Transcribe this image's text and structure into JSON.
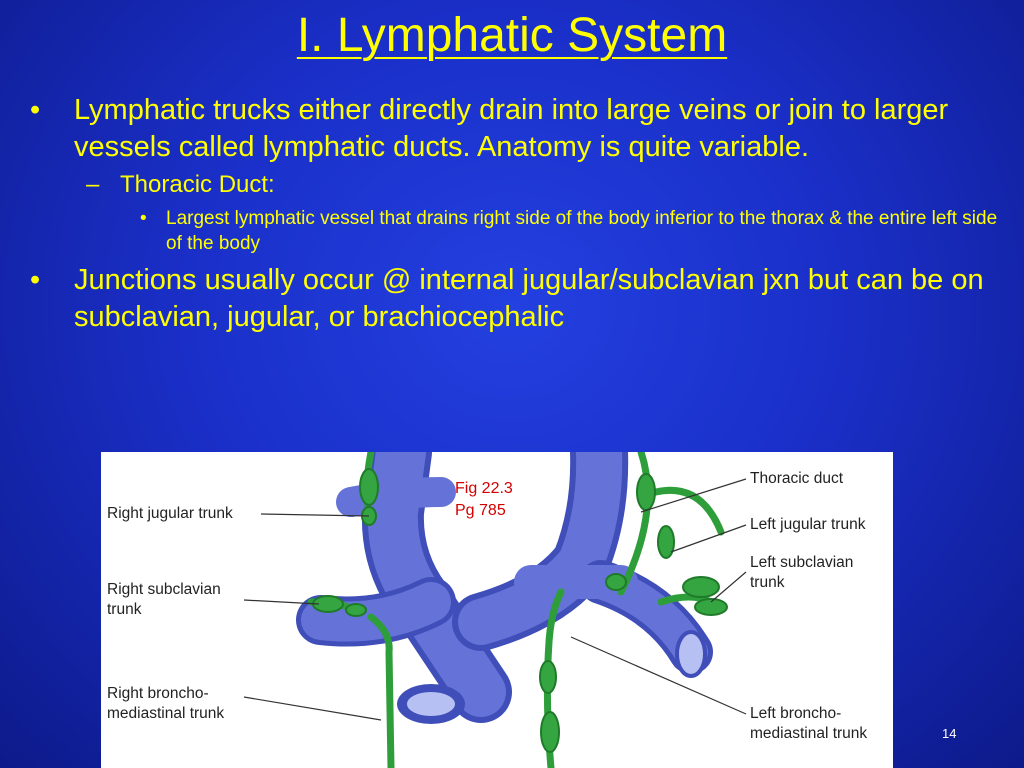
{
  "slide": {
    "title": "I. Lymphatic System",
    "bullets": [
      {
        "text": "Lymphatic trucks either directly drain into large veins or join to larger vessels called lymphatic ducts.  Anatomy is quite variable."
      },
      {
        "text": "Thoracic Duct:"
      },
      {
        "text": "Largest lymphatic vessel that drains right side of the body inferior to the thorax & the entire left side of the body"
      },
      {
        "text": "Junctions usually occur @ internal jugular/subclavian jxn but can be on subclavian, jugular, or brachiocephalic"
      }
    ],
    "page_number": "14"
  },
  "figure": {
    "reference": [
      "Fig 22.3",
      "Pg 785"
    ],
    "labels": {
      "right_jugular": "Right jugular trunk",
      "right_subclavian": [
        "Right subclavian",
        "trunk"
      ],
      "right_broncho": [
        "Right broncho-",
        "mediastinal trunk"
      ],
      "thoracic_duct": "Thoracic duct",
      "left_jugular": "Left jugular trunk",
      "left_subclavian": [
        "Left subclavian",
        "trunk"
      ],
      "left_broncho": [
        "Left broncho-",
        "mediastinal trunk"
      ]
    },
    "colors": {
      "vein": "#5563cf",
      "lymph": "#2e9e3a"
    }
  }
}
